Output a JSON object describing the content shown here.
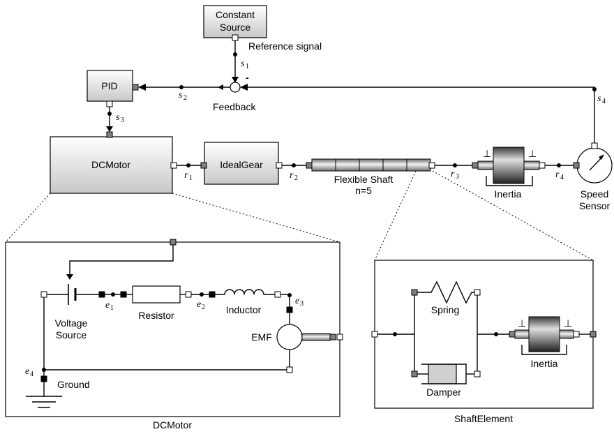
{
  "top": {
    "constant_source": [
      "Constant",
      "Source"
    ],
    "reference_signal": "Reference signal",
    "minus_sign": "-",
    "feedback": "Feedback",
    "pid": "PID",
    "dcmotor": "DCMotor",
    "idealgear": "IdealGear",
    "flexible_shaft": [
      "Flexible Shaft",
      "n=5"
    ],
    "inertia": "Inertia",
    "speed_sensor": [
      "Speed",
      "Sensor"
    ],
    "perp_symbol": "⊥"
  },
  "signals": {
    "s1": [
      "s",
      "1"
    ],
    "s2": [
      "s",
      "2"
    ],
    "s3": [
      "s",
      "3"
    ],
    "s4": [
      "s",
      "4"
    ],
    "r1": [
      "r",
      "1"
    ],
    "r2": [
      "r",
      "2"
    ],
    "r3": [
      "r",
      "3"
    ],
    "r4": [
      "r",
      "4"
    ],
    "e1": [
      "e",
      "1"
    ],
    "e2": [
      "e",
      "2"
    ],
    "e3": [
      "e",
      "3"
    ],
    "e4": [
      "e",
      "4"
    ]
  },
  "dcmotor_detail": {
    "title": "DCMotor",
    "voltage_source": [
      "Voltage",
      "Source"
    ],
    "resistor": "Resistor",
    "inductor": "Inductor",
    "emf": "EMF",
    "ground": "Ground"
  },
  "shaft_detail": {
    "title": "ShaftElement",
    "spring": "Spring",
    "damper": "Damper",
    "inertia": "Inertia"
  }
}
